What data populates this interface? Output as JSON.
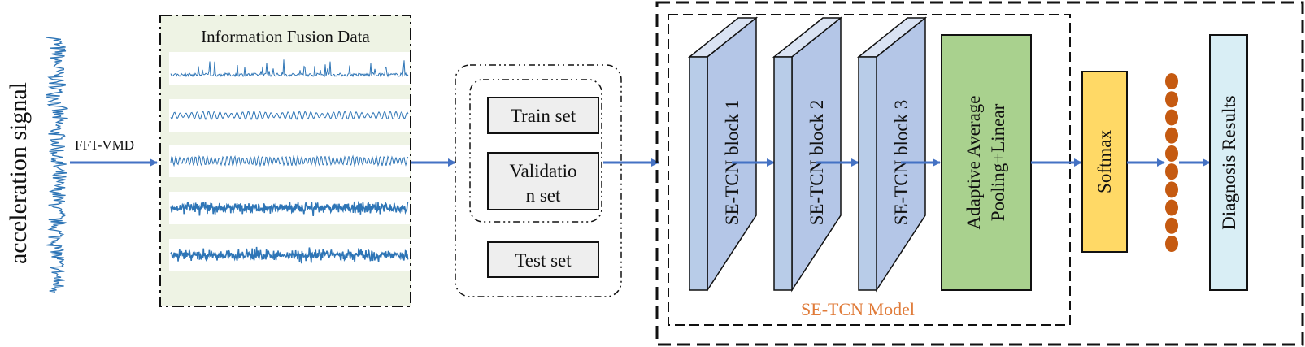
{
  "input": {
    "label": "acceleration signal",
    "transform_label": "FFT-VMD"
  },
  "fusion": {
    "title": "Information Fusion Data",
    "background": "#eef3e4",
    "signal_color": "#2e75b6"
  },
  "datasets": {
    "train": "Train set",
    "validation_line1": "Validatio",
    "validation_line2": "n set",
    "test": "Test set",
    "box_fill": "#eeeeee"
  },
  "model": {
    "label": "SE-TCN Model",
    "label_color": "#e07b39",
    "blocks": [
      "SE-TCN block 1",
      "SE-TCN block 2",
      "SE-TCN block 3"
    ],
    "block_color": "#b4c6e7",
    "pooling_line1": "Adaptive Average",
    "pooling_line2": "Pooling+Linear",
    "pooling_color": "#a9d18e"
  },
  "softmax": {
    "label": "Softmax",
    "color": "#ffd966"
  },
  "output_nodes": {
    "count": 10,
    "color": "#c55a11"
  },
  "result": {
    "label": "Diagnosis Results",
    "color": "#d9eef5"
  },
  "arrow_color": "#4472c4"
}
